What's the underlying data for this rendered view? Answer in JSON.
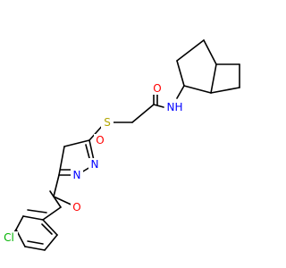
{
  "atoms": {
    "oxygen_carbonyl": {
      "label": "O",
      "color": "#ff0000"
    },
    "nitrogen_amide": {
      "label": "N",
      "color": "#0000ff"
    },
    "hydrogen_amide": {
      "label": "H",
      "color": "#0000ff"
    },
    "sulfur": {
      "label": "S",
      "color": "#b2a500"
    },
    "oxygen_ring": {
      "label": "O",
      "color": "#ff0000"
    },
    "nitrogen_ring_1": {
      "label": "N",
      "color": "#0000ff"
    },
    "nitrogen_ring_2": {
      "label": "N",
      "color": "#0000ff"
    },
    "oxygen_ether": {
      "label": "O",
      "color": "#ff0000"
    },
    "chlorine": {
      "label": "Cl",
      "color": "#00b300"
    }
  },
  "bond_color": "#000000"
}
